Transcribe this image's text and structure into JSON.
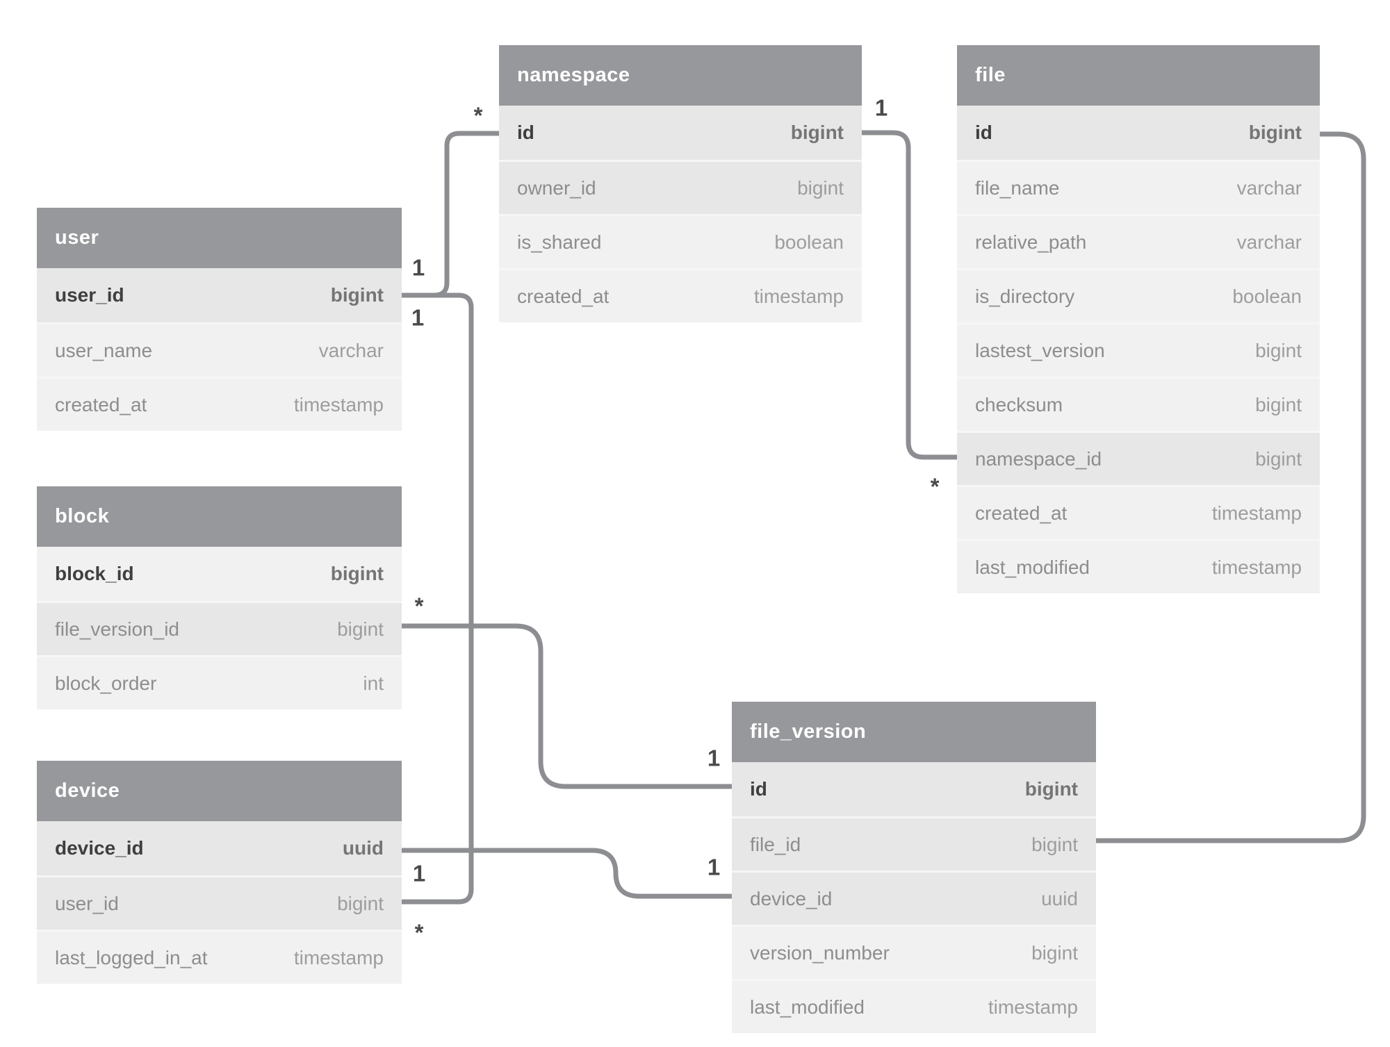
{
  "diagram": {
    "type": "entity-relationship-diagram",
    "colors": {
      "table_header_background": "#97989b",
      "table_header_text": "#ffffff",
      "row_background": "#f1f1f1",
      "row_highlight_background": "#e7e7e8",
      "connector_line": "#8d8e91"
    },
    "tables": [
      {
        "title": "user",
        "columns": [
          {
            "name": "user_id",
            "type": "bigint"
          },
          {
            "name": "user_name",
            "type": "varchar"
          },
          {
            "name": "created_at",
            "type": "timestamp"
          }
        ]
      },
      {
        "title": "block",
        "columns": [
          {
            "name": "block_id",
            "type": "bigint"
          },
          {
            "name": "file_version_id",
            "type": "bigint"
          },
          {
            "name": "block_order",
            "type": "int"
          }
        ]
      },
      {
        "title": "device",
        "columns": [
          {
            "name": "device_id",
            "type": "uuid"
          },
          {
            "name": "user_id",
            "type": "bigint"
          },
          {
            "name": "last_logged_in_at",
            "type": "timestamp"
          }
        ]
      },
      {
        "title": "namespace",
        "columns": [
          {
            "name": "id",
            "type": "bigint"
          },
          {
            "name": "owner_id",
            "type": "bigint"
          },
          {
            "name": "is_shared",
            "type": "boolean"
          },
          {
            "name": "created_at",
            "type": "timestamp"
          }
        ]
      },
      {
        "title": "file",
        "columns": [
          {
            "name": "id",
            "type": "bigint"
          },
          {
            "name": "file_name",
            "type": "varchar"
          },
          {
            "name": "relative_path",
            "type": "varchar"
          },
          {
            "name": "is_directory",
            "type": "boolean"
          },
          {
            "name": "lastest_version",
            "type": "bigint"
          },
          {
            "name": "checksum",
            "type": "bigint"
          },
          {
            "name": "namespace_id",
            "type": "bigint"
          },
          {
            "name": "created_at",
            "type": "timestamp"
          },
          {
            "name": "last_modified",
            "type": "timestamp"
          }
        ]
      },
      {
        "title": "file_version",
        "columns": [
          {
            "name": "id",
            "type": "bigint"
          },
          {
            "name": "file_id",
            "type": "bigint"
          },
          {
            "name": "device_id",
            "type": "uuid"
          },
          {
            "name": "version_number",
            "type": "bigint"
          },
          {
            "name": "last_modified",
            "type": "timestamp"
          }
        ]
      }
    ],
    "connectors": [
      {
        "from": "user.user_id",
        "to": "namespace.id",
        "labels": [
          "1",
          "*"
        ]
      },
      {
        "from": "user.user_id",
        "to": "device.user_id",
        "labels": [
          "1",
          "*"
        ]
      },
      {
        "from": "namespace.id",
        "to": "file.namespace_id",
        "labels": [
          "1",
          "*"
        ]
      },
      {
        "from": "block.file_version_id",
        "to": "file_version.id",
        "labels": [
          "*",
          "1"
        ]
      },
      {
        "from": "device.device_id",
        "to": "file_version.device_id",
        "labels": [
          "1",
          "1"
        ]
      },
      {
        "from": "file.id",
        "to": "file_version.file_id",
        "labels": []
      }
    ]
  }
}
